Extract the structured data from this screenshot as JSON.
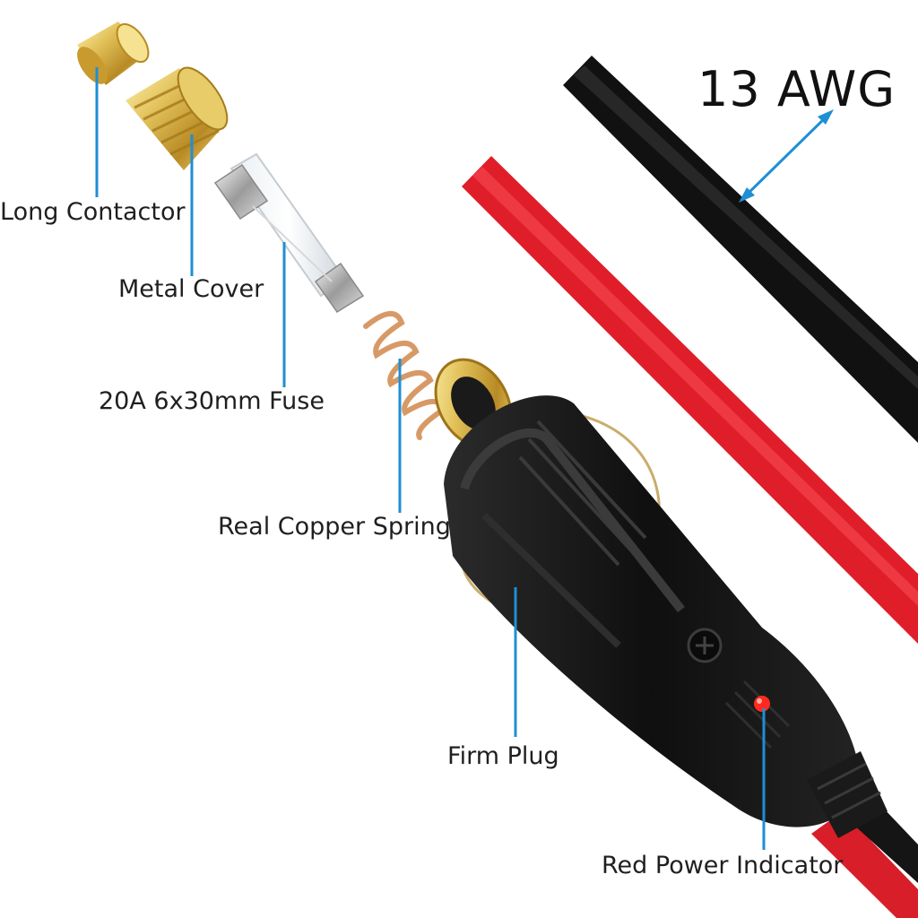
{
  "labels": {
    "wire_gauge": "13 AWG",
    "long_contactor": "Long Contactor",
    "metal_cover": "Metal Cover",
    "fuse": "20A 6x30mm Fuse",
    "spring": "Real Copper Spring",
    "plug": "Firm Plug",
    "indicator": "Red Power Indicator"
  },
  "colors": {
    "callout": "#1e8fd4",
    "red_wire": "#e01e2a",
    "black_wire": "#111111",
    "brass": "#d6b04a",
    "copper": "#d79a66",
    "plug_body": "#141414",
    "led": "#ff2a1f"
  }
}
